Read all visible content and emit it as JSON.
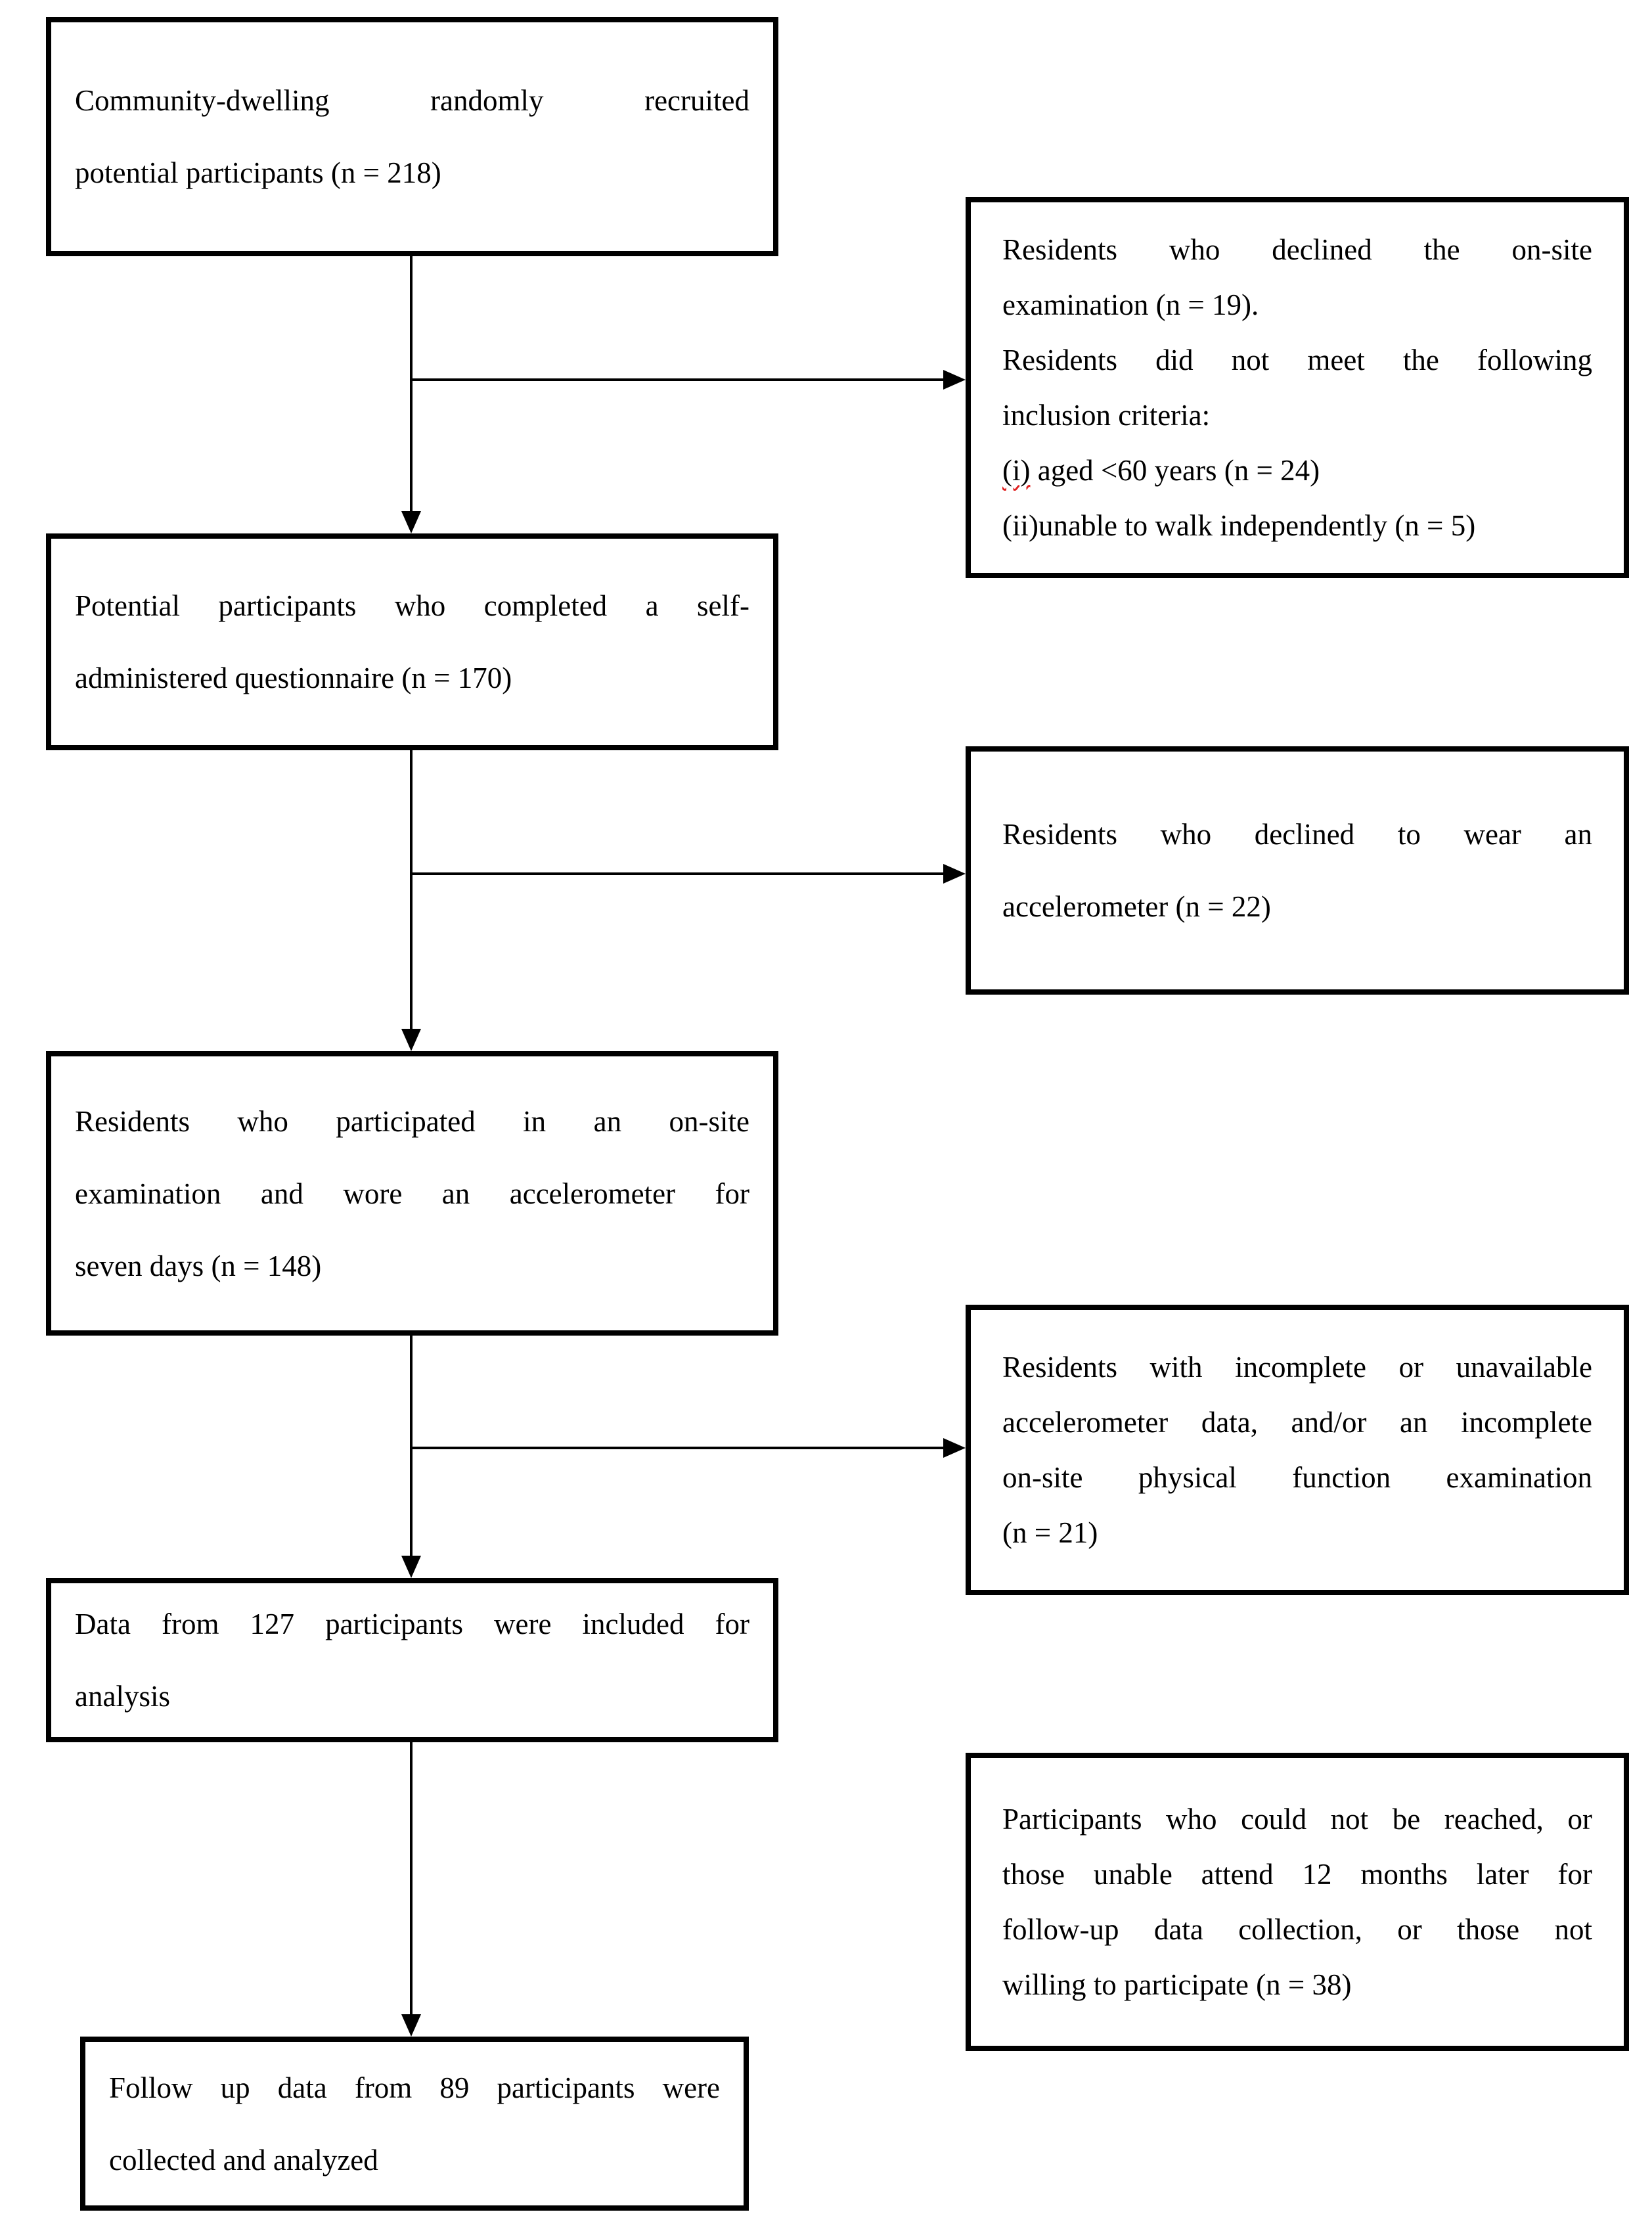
{
  "figure": {
    "description": "Participant flow diagram",
    "background_color": "#ffffff",
    "line_color": "#000000",
    "spellcheck_underline_color": "#e02020"
  },
  "boxes": {
    "recruited": {
      "lines": [
        {
          "text": "Community-dwelling randomly recruited",
          "justified": true
        },
        {
          "text": "potential participants (n = 218)",
          "justified": false
        }
      ]
    },
    "declined_onsite": {
      "lines": [
        {
          "text": "Residents who declined the on-site",
          "justified": true
        },
        {
          "text": "examination (n = 19).",
          "justified": false
        },
        {
          "text": "Residents did not meet the following",
          "justified": true
        },
        {
          "text": "inclusion criteria:",
          "justified": false
        },
        {
          "squiggle": "(i)",
          "text": " aged <60 years (n = 24)",
          "justified": false
        },
        {
          "text": "(ii)unable to walk independently (n = 5)",
          "justified": false
        }
      ]
    },
    "questionnaire": {
      "lines": [
        {
          "text": "Potential participants who completed a self-",
          "justified": true
        },
        {
          "text": "administered questionnaire (n = 170)",
          "justified": false
        }
      ]
    },
    "declined_accelerometer": {
      "lines": [
        {
          "text": "Residents who declined to wear an",
          "justified": true
        },
        {
          "text": "accelerometer (n = 22)",
          "justified": false
        }
      ]
    },
    "onsite_exam": {
      "lines": [
        {
          "text": "Residents who participated in an on-site",
          "justified": true
        },
        {
          "text": "examination and wore an accelerometer for",
          "justified": true
        },
        {
          "text": "seven days (n = 148)",
          "justified": false
        }
      ]
    },
    "incomplete_data": {
      "lines": [
        {
          "text": "Residents with incomplete or unavailable",
          "justified": true
        },
        {
          "text": "accelerometer data, and/or an incomplete",
          "justified": true
        },
        {
          "text": "on-site physical function examination",
          "justified": true
        },
        {
          "text": "(n = 21)",
          "justified": false
        }
      ]
    },
    "included_analysis": {
      "lines": [
        {
          "text": "Data from 127 participants were included for",
          "justified": true
        },
        {
          "text": "analysis",
          "justified": false
        }
      ]
    },
    "not_reached": {
      "lines": [
        {
          "text": "Participants who could not be reached, or",
          "justified": true
        },
        {
          "text": "those unable attend 12 months later for",
          "justified": true
        },
        {
          "text": "follow-up data collection, or those not",
          "justified": true
        },
        {
          "text": "willing to participate (n = 38)",
          "justified": false
        }
      ]
    },
    "followup": {
      "lines": [
        {
          "text": "Follow up data from 89 participants were",
          "justified": true
        },
        {
          "text": "collected and analyzed",
          "justified": false
        }
      ]
    }
  }
}
